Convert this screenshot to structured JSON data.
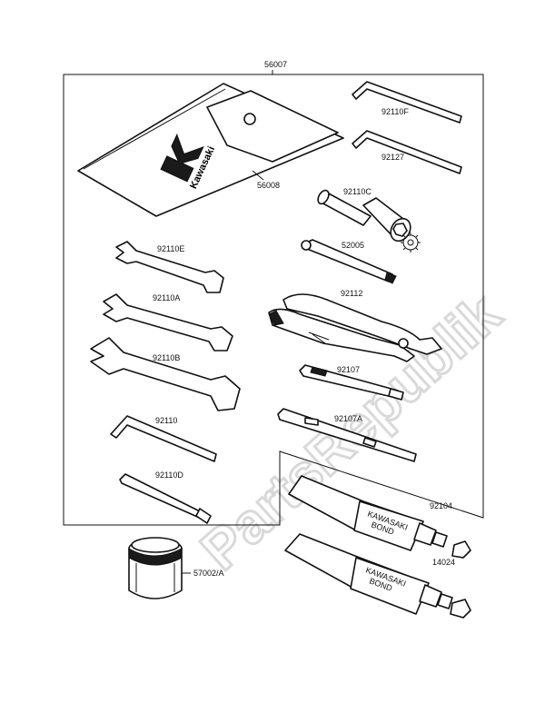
{
  "watermark": "PartsRepublik",
  "logo": {
    "brand": "Kawasaki"
  },
  "tube_text": {
    "line1": "KAWASAKI",
    "line2": "BOND"
  },
  "callouts": {
    "kit": "56007",
    "pouch": "56008",
    "hex_wrench_f": "92110F",
    "hex_wrench_2": "92127",
    "plug_wrench": "92110C",
    "bar_52005": "52005",
    "wrench_e": "92110E",
    "wrench_a": "92110A",
    "pliers": "92112",
    "wrench_b": "92110B",
    "screwdriver_92107": "92107",
    "wrench_92110": "92110",
    "screwdriver_92107a": "92107A",
    "bar_d": "92110D",
    "bond_92104": "92104",
    "bond_14024": "14024",
    "can": "57002/A"
  }
}
